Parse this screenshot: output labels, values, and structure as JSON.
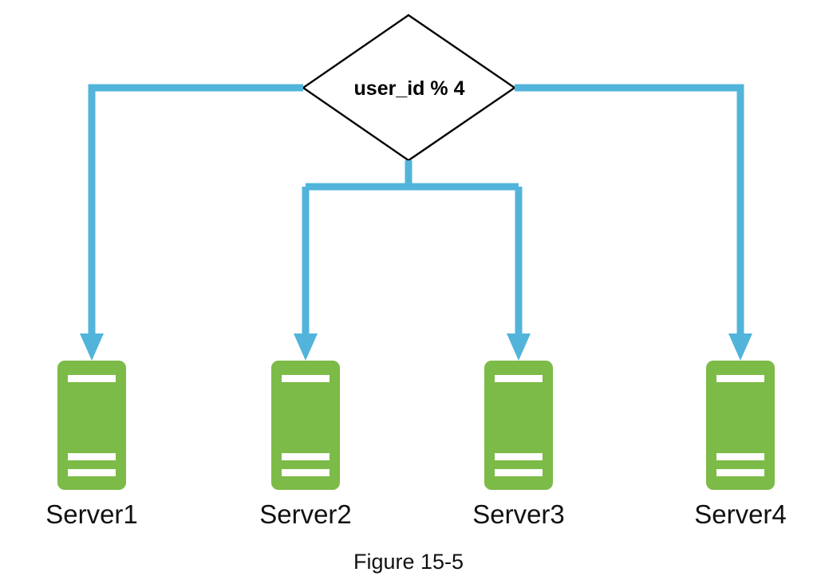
{
  "figure": {
    "caption": "Figure 15-5",
    "decision": {
      "label": "user_id % 4",
      "shape": "diamond"
    },
    "colors": {
      "wire": "#52b4da",
      "server_body": "#7cbb47",
      "server_slot": "#ffffff",
      "decision_stroke": "#000000",
      "text": "#111111",
      "background": "#ffffff"
    },
    "servers": [
      {
        "label": "Server1"
      },
      {
        "label": "Server2"
      },
      {
        "label": "Server3"
      },
      {
        "label": "Server4"
      }
    ]
  }
}
